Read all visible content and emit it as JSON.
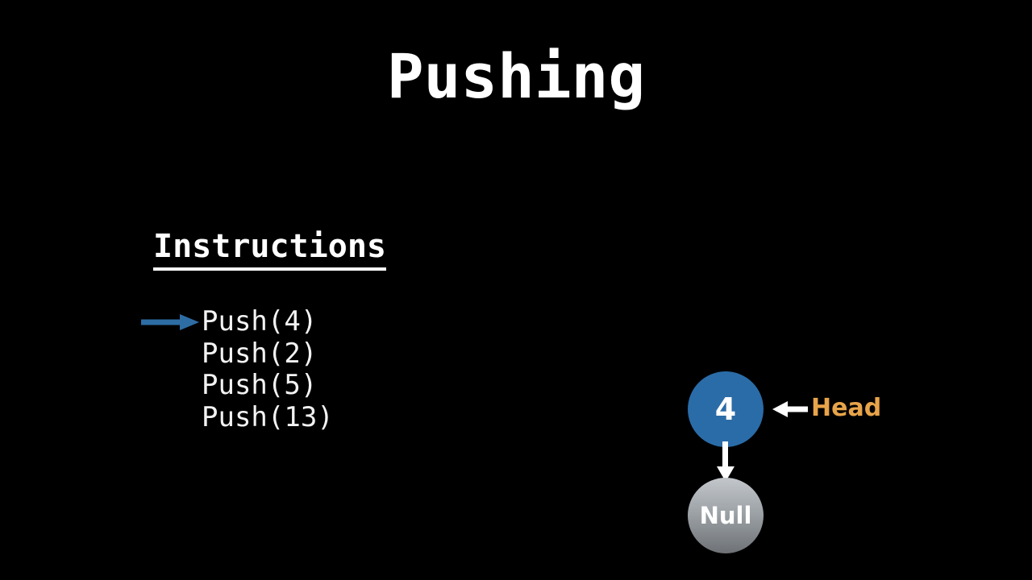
{
  "slide": {
    "background_color": "#000000",
    "title": "Pushing"
  },
  "instructions": {
    "heading": "Instructions",
    "current_index": 0,
    "pointer_icon": "right-arrow-icon",
    "pointer_color": "#2e6da4",
    "items": [
      {
        "label": "Push(4)"
      },
      {
        "label": "Push(2)"
      },
      {
        "label": "Push(5)"
      },
      {
        "label": "Push(13)"
      }
    ]
  },
  "diagram": {
    "type": "linked-list",
    "nodes": [
      {
        "label": "4",
        "kind": "data-node",
        "color": "#2a6ca8",
        "text_color": "#ffffff"
      },
      {
        "label": "Null",
        "kind": "terminator-node",
        "color_top": "#c3c7cb",
        "color_bottom": "#6e7276",
        "text_color": "#ffffff"
      }
    ],
    "next_pointer": {
      "icon": "down-arrow-icon",
      "color": "#ffffff"
    },
    "head_pointer": {
      "icon": "left-arrow-icon",
      "color": "#ffffff",
      "label": "Head",
      "label_color": "#e8a44a"
    }
  }
}
